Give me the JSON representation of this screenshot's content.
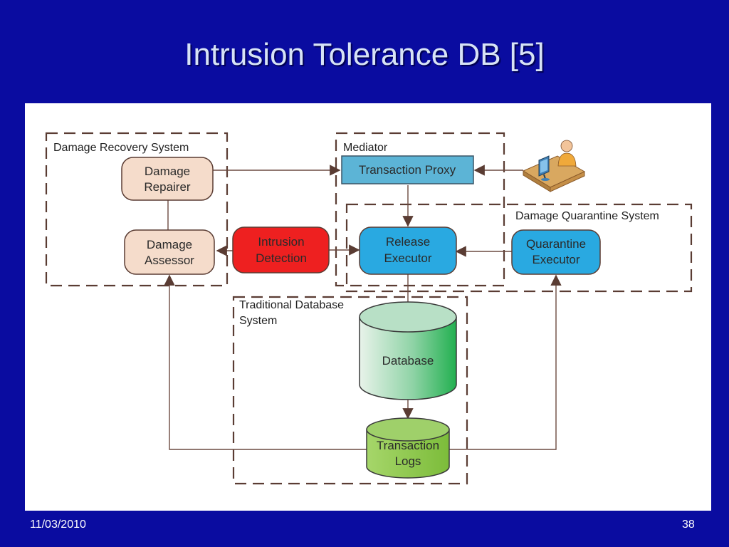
{
  "slide": {
    "title": "Intrusion Tolerance DB [5]",
    "date": "11/03/2010",
    "page_number": "38"
  },
  "diagram": {
    "regions": {
      "damage_recovery": "Damage Recovery System",
      "mediator": "Mediator",
      "damage_quarantine": "Damage Quarantine System",
      "traditional_db_line1": "Traditional Database",
      "traditional_db_line2": "System"
    },
    "nodes": {
      "damage_repairer": [
        "Damage",
        "Repairer"
      ],
      "damage_assessor": [
        "Damage",
        "Assessor"
      ],
      "intrusion_detection": [
        "Intrusion",
        "Detection"
      ],
      "transaction_proxy": "Transaction Proxy",
      "release_executor": [
        "Release",
        "Executor"
      ],
      "quarantine_executor": [
        "Quarantine",
        "Executor"
      ],
      "database": "Database",
      "transaction_logs": [
        "Transaction",
        "Logs"
      ]
    },
    "icons": {
      "user": "user-at-computer-icon"
    },
    "colors": {
      "slide_background": "#0a0ca0",
      "recovery_node_fill": "#f5dccb",
      "intrusion_fill": "#ee2020",
      "executor_fill": "#29a9e1",
      "proxy_fill": "#5cb4d6",
      "database_fill": "#2db45a",
      "logs_fill": "#8cc84b",
      "border": "#5a3c33"
    }
  }
}
